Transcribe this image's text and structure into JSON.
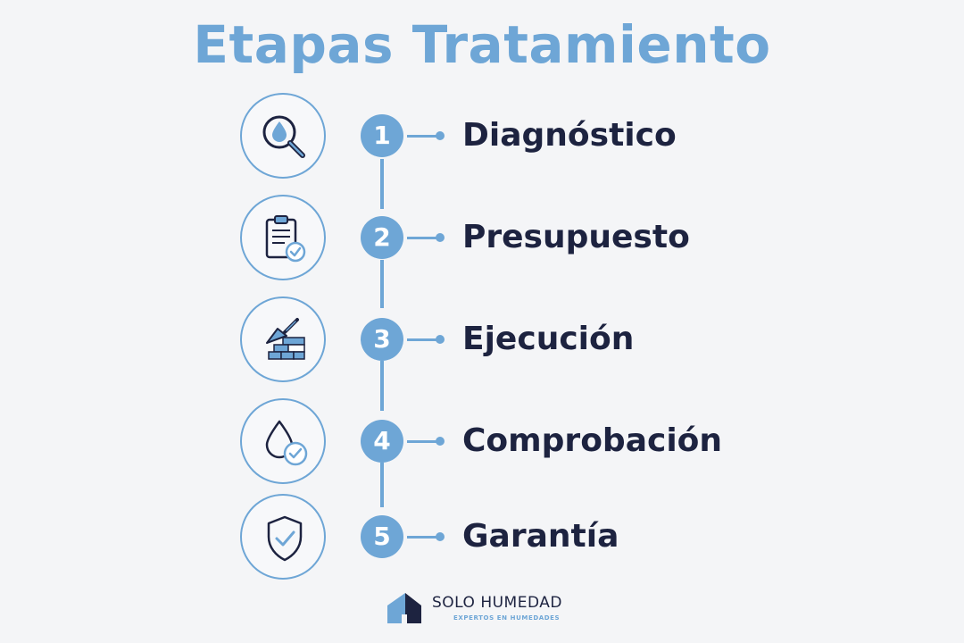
{
  "title": "Etapas Tratamiento",
  "colors": {
    "accent": "#6ea6d6",
    "text": "#1d2340",
    "background": "#f4f5f7"
  },
  "steps": [
    {
      "number": "1",
      "label": "Diagnóstico",
      "icon": "magnifier-water-drop-icon"
    },
    {
      "number": "2",
      "label": "Presupuesto",
      "icon": "clipboard-check-icon"
    },
    {
      "number": "3",
      "label": "Ejecución",
      "icon": "trowel-bricks-icon"
    },
    {
      "number": "4",
      "label": "Comprobación",
      "icon": "drop-check-icon"
    },
    {
      "number": "5",
      "label": "Garantía",
      "icon": "shield-check-icon"
    }
  ],
  "footer": {
    "brand": "SOLO HUMEDAD",
    "tagline": "EXPERTOS EN HUMEDADES",
    "logo_icon": "house-logo-icon"
  }
}
